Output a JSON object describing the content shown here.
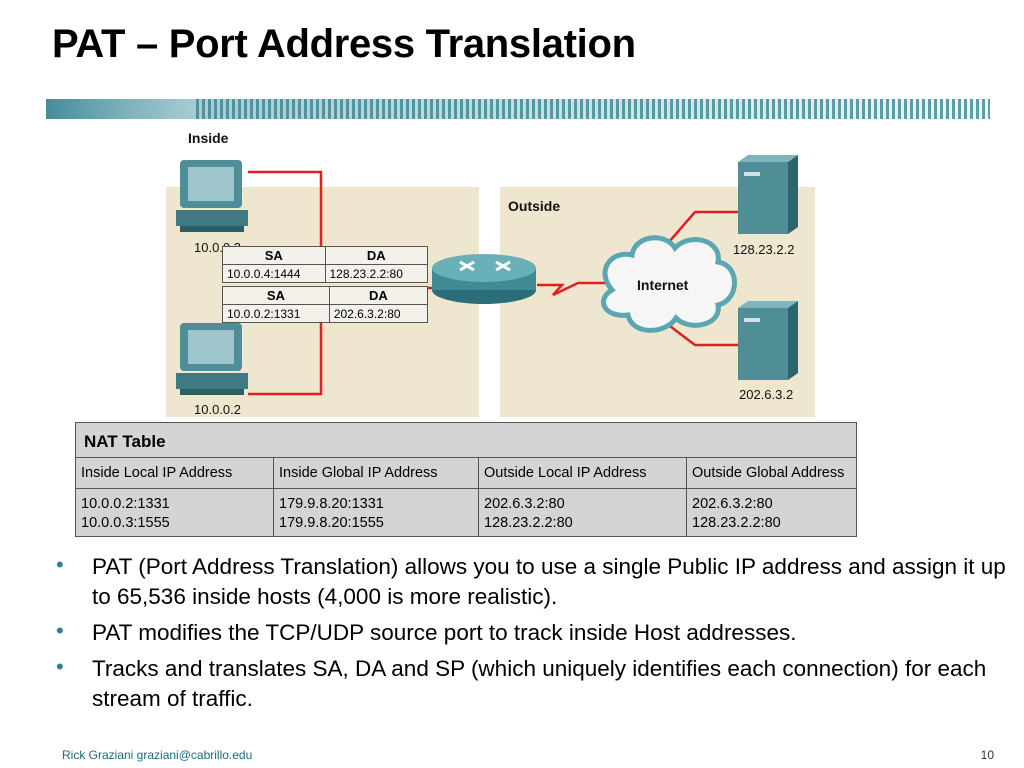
{
  "title": "PAT – Port Address Translation",
  "diagram": {
    "inside_label": "Inside",
    "outside_label": "Outside",
    "cloud_label": "Internet",
    "hosts": {
      "host1": "10.0.0.3",
      "host2": "10.0.0.2"
    },
    "servers": {
      "server1": "128.23.2.2",
      "server2": "202.6.3.2"
    },
    "packet1": {
      "sa_header": "SA",
      "da_header": "DA",
      "sa": "10.0.0.4:1444",
      "da": "128.23.2.2:80"
    },
    "packet2": {
      "sa_header": "SA",
      "da_header": "DA",
      "sa": "10.0.0.2:1331",
      "da": "202.6.3.2:80"
    },
    "colors": {
      "inside_bg": "#efe6cf",
      "link_red": "#e02020",
      "accent_teal": "#2f7f8f"
    }
  },
  "nat_table": {
    "title": "NAT Table",
    "headers": [
      "Inside Local IP Address",
      "Inside Global IP Address",
      "Outside Local IP Address",
      "Outside Global Address"
    ],
    "cells": [
      [
        "10.0.0.2:1331",
        "179.9.8.20:1331",
        "202.6.3.2:80",
        "202.6.3.2:80"
      ],
      [
        "10.0.0.3:1555",
        "179.9.8.20:1555",
        "128.23.2.2:80",
        "128.23.2.2:80"
      ]
    ]
  },
  "bullets": [
    "PAT (Port Address Translation) allows you to use a single Public IP address and assign it up to 65,536 inside hosts (4,000 is more realistic).",
    "PAT modifies the TCP/UDP source port to track inside Host addresses.",
    "Tracks and translates SA, DA and SP (which uniquely identifies each connection) for each stream of traffic."
  ],
  "footer": {
    "author": "Rick Graziani  graziani@cabrillo.edu",
    "page": "10"
  }
}
